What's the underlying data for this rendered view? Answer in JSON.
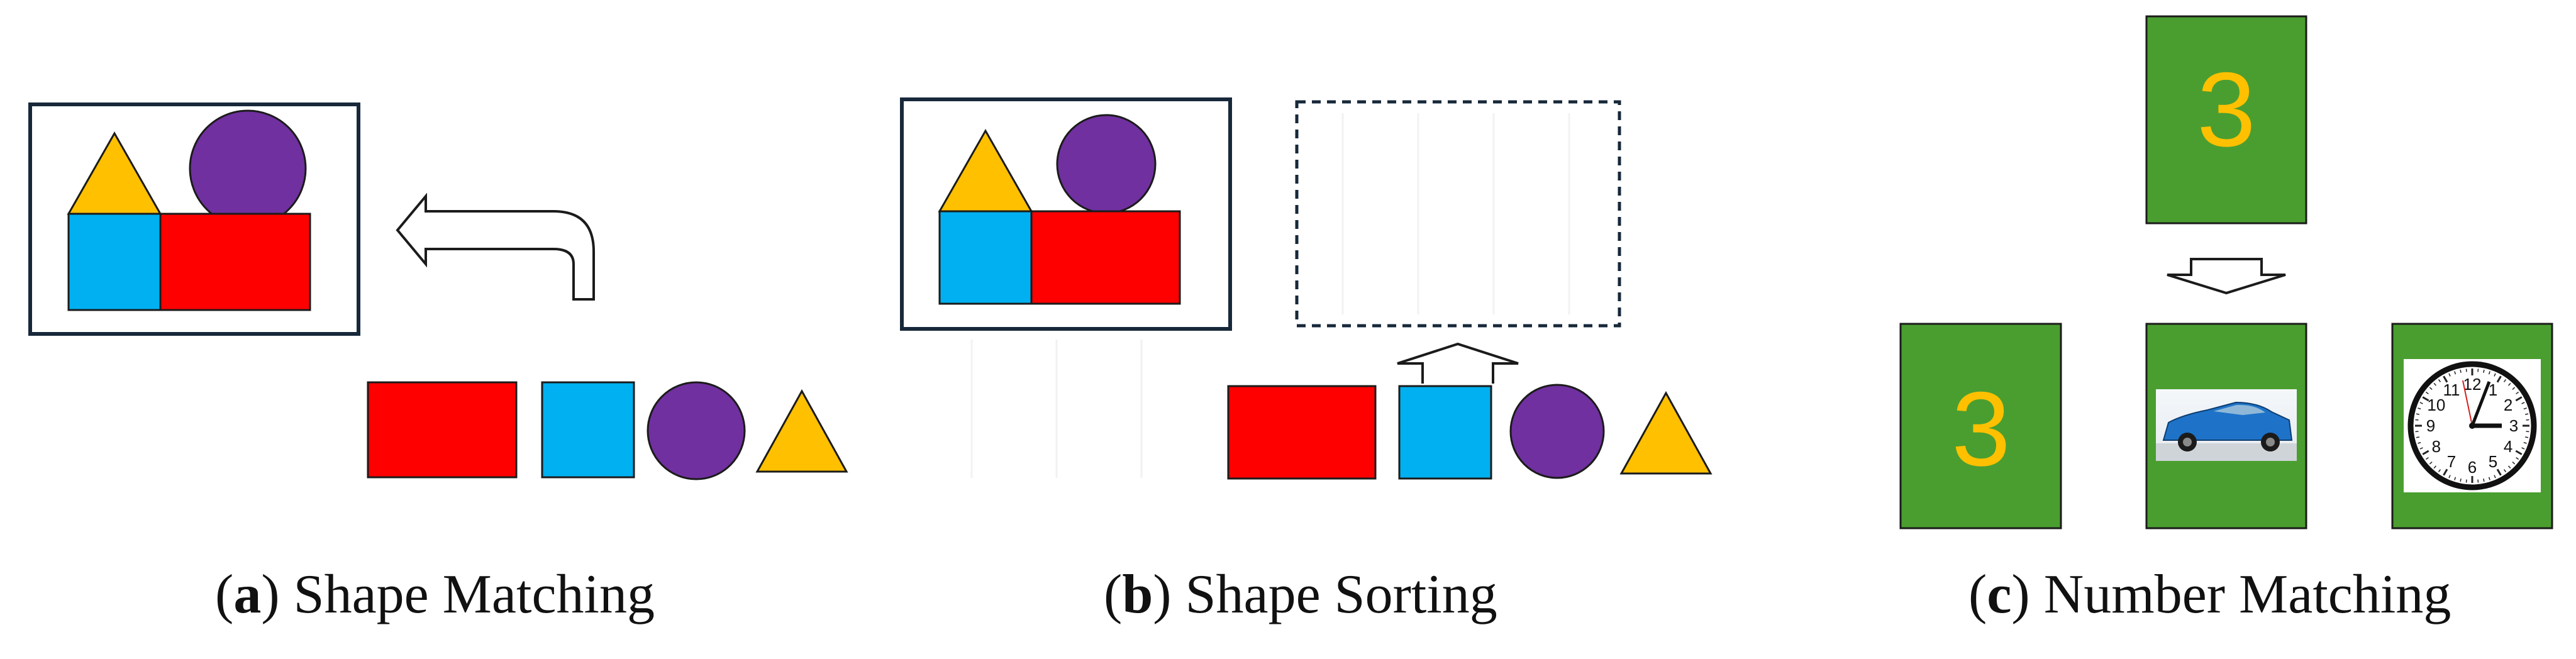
{
  "colors": {
    "red": "#fe0000",
    "blue": "#00b0f0",
    "purple": "#7030a0",
    "yellow": "#ffc000",
    "green": "#4a9e2f",
    "digit": "#ffc000",
    "frame": "#17283a"
  },
  "panels": [
    {
      "letter": "a",
      "title": "Shape Matching"
    },
    {
      "letter": "b",
      "title": "Shape Sorting"
    },
    {
      "letter": "c",
      "title": "Number Matching"
    }
  ],
  "number_matching": {
    "target_digit": "3",
    "option_digit": "3",
    "picture_options": [
      "car-photo",
      "clock-photo"
    ]
  },
  "clock": {
    "numbers": [
      "12",
      "1",
      "2",
      "3",
      "4",
      "5",
      "6",
      "7",
      "8",
      "9",
      "10",
      "11"
    ]
  }
}
